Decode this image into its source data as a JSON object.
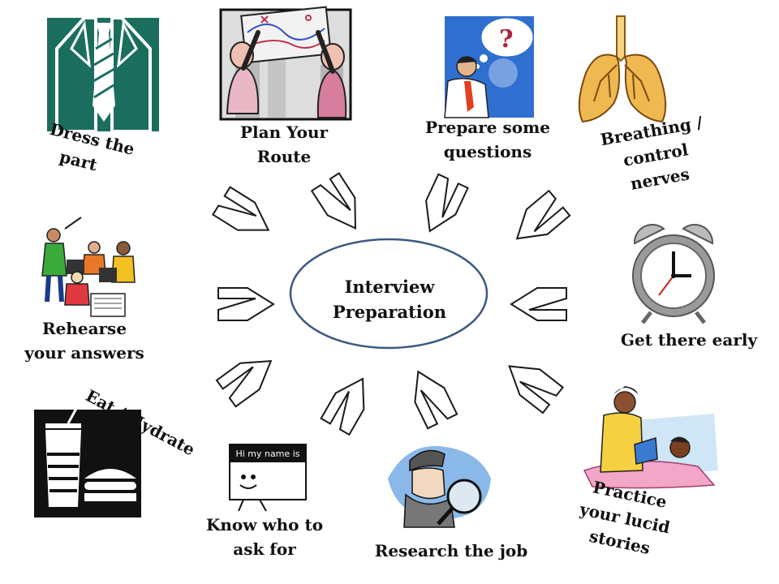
{
  "center": {
    "line1": "Interview",
    "line2": "Preparation"
  },
  "colors": {
    "ellipse_stroke": "#3a5a80",
    "arrow_stroke": "#1a1a1a",
    "arrow_fill": "#ffffff",
    "suit_green": "#1b6e5e"
  },
  "items": [
    {
      "id": "dress",
      "line1": "Dress the",
      "line2": "part",
      "icon": "suit-icon"
    },
    {
      "id": "route",
      "line1": "Plan Your",
      "line2": "Route",
      "icon": "map-reading-icon"
    },
    {
      "id": "questions",
      "line1": "Prepare some",
      "line2": "questions",
      "icon": "question-thinker-icon"
    },
    {
      "id": "breathing",
      "line1": "Breathing /",
      "line2": "control",
      "line3": "nerves",
      "icon": "lungs-icon"
    },
    {
      "id": "rehearse",
      "line1": "Rehearse",
      "line2": "your answers",
      "icon": "rehearsal-group-icon"
    },
    {
      "id": "early",
      "line1": "Get there early",
      "icon": "alarm-clock-icon"
    },
    {
      "id": "eat",
      "line1": "Eat / Hydrate",
      "icon": "food-drink-icon"
    },
    {
      "id": "ask",
      "line1": "Know who to",
      "line2": "ask for",
      "badge": "Hi my name is",
      "icon": "name-tag-icon"
    },
    {
      "id": "research",
      "line1": "Research the job",
      "icon": "magnifier-detective-icon"
    },
    {
      "id": "stories",
      "line1": "Practice",
      "line2": "your lucid",
      "line3": "stories",
      "icon": "storytelling-icon"
    }
  ]
}
